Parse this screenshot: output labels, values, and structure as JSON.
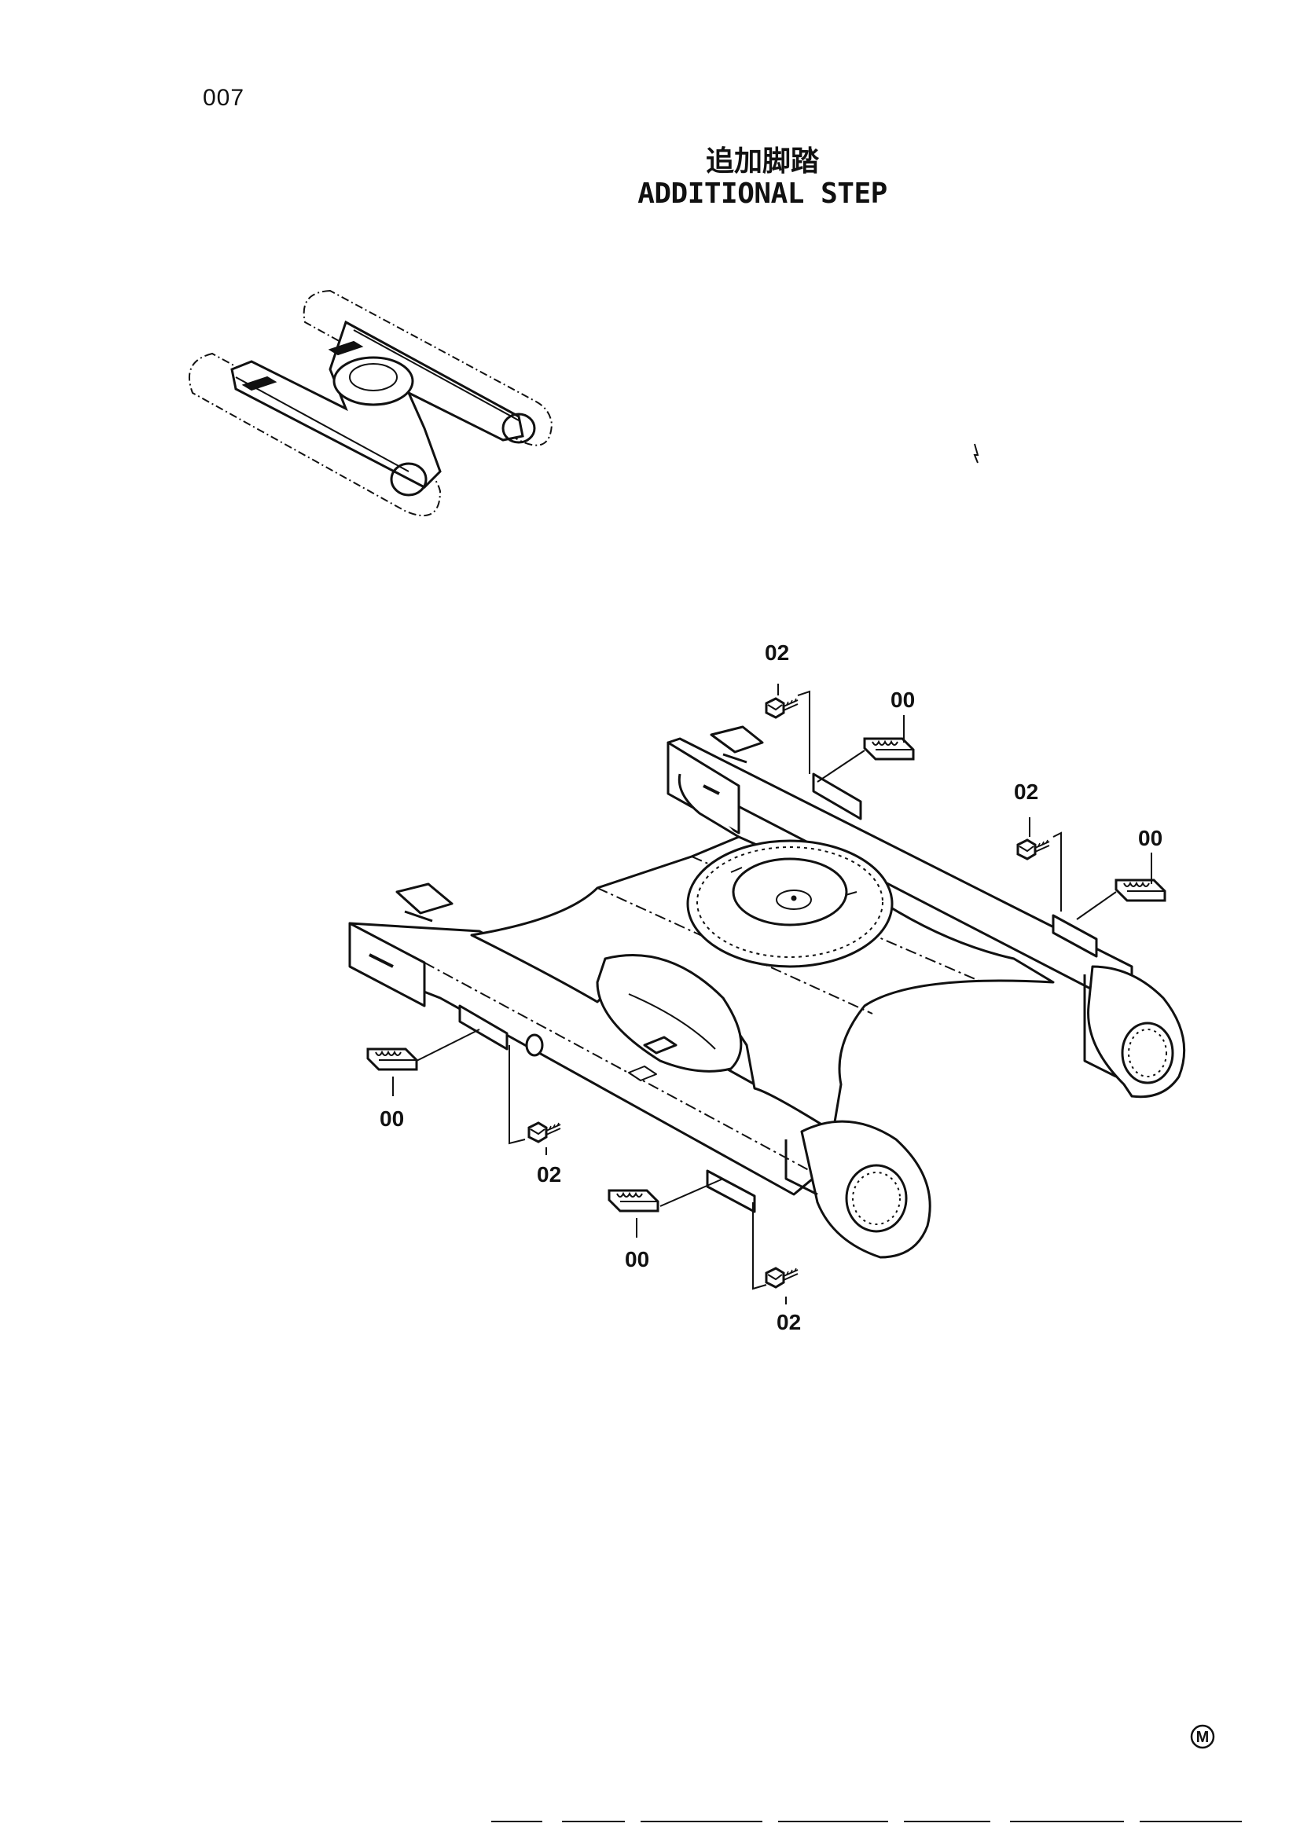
{
  "page": {
    "number": "007"
  },
  "title": {
    "chinese": "追加脚踏",
    "english": "ADDITIONAL STEP"
  },
  "callouts": {
    "step": "00",
    "bolt": "02"
  },
  "footer": {
    "mark": "M"
  }
}
